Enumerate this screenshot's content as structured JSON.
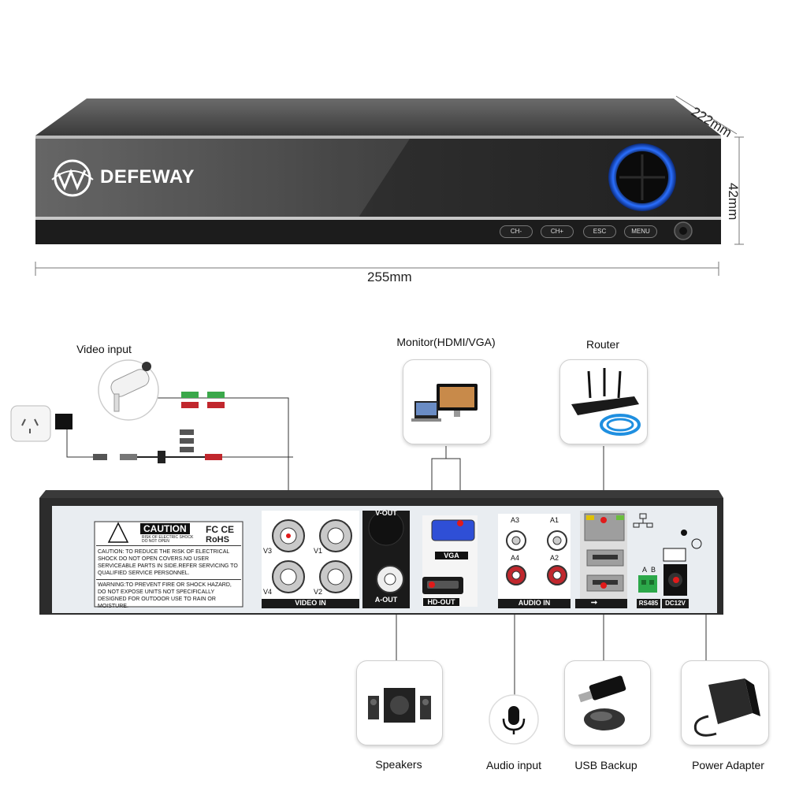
{
  "brand": {
    "name": "DEFEWAY"
  },
  "front_panel": {
    "buttons": [
      "CH-",
      "CH+",
      "ESC",
      "MENU"
    ]
  },
  "dimensions": {
    "depth": "222mm",
    "height": "42mm",
    "width": "255mm"
  },
  "peripherals": {
    "video_input": "Video input",
    "monitor": "Monitor(HDMI/VGA)",
    "router": "Router",
    "speakers": "Speakers",
    "audio_input": "Audio input",
    "usb_backup": "USB Backup",
    "power_adapter": "Power Adapter"
  },
  "rear_panel": {
    "caution": {
      "title": "CAUTION",
      "subtitle": "RISK OF ELECTRIC SHOCK DO NOT OPEN",
      "certs": "FC CE",
      "rohs": "RoHS",
      "text1": "CAUTION: TO REDUCE THE RISK OF ELECTRICAL SHOCK DO NOT OPEN COVERS.NO USER SERVICEABLE PARTS IN SIDE.REFER SERVICING TO QUALIFIED SERVICE PERSONNEL.",
      "text2": "WARNING:TO PREVENT FIRE OR SHOCK HAZARD, DO NOT EXPOSE UNITS NOT SPECIFICALLY DESIGNED FOR OUTDOOR USE TO RAIN OR MOISTURE."
    },
    "video_in": {
      "label": "VIDEO IN",
      "ports": [
        "V3",
        "V1",
        "V4",
        "V2"
      ]
    },
    "v_out": "V-OUT",
    "a_out": "A-OUT",
    "vga": "VGA",
    "hd_out": "HD-OUT",
    "audio_in": {
      "label": "AUDIO IN",
      "ports": [
        "A3",
        "A1",
        "A4",
        "A2"
      ]
    },
    "rs485": {
      "label": "RS485",
      "a": "A",
      "b": "B"
    },
    "dc": "DC12V"
  }
}
